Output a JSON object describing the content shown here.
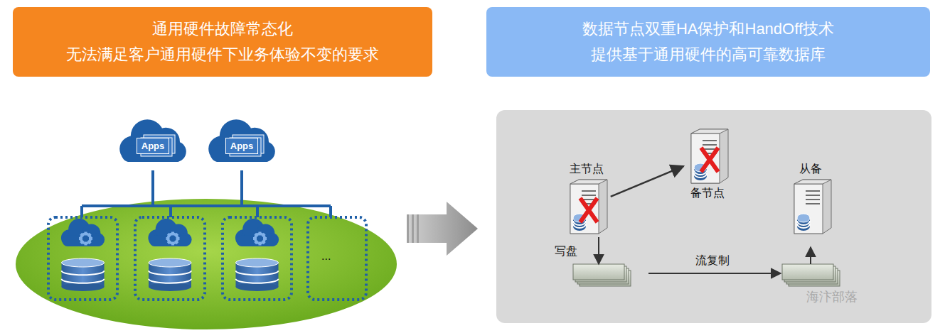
{
  "diagram": {
    "nodes": [
      {
        "text": [
          "通用硬件故障常态化",
          "无法满足客户通用硬件下业务体验不变的要求"
        ]
      },
      {
        "text": [
          "数据节点双重HA保护和HandOff技术",
          "提供基于通用硬件的高可靠数据库"
        ]
      },
      {
        "text": [
          "Apps"
        ]
      },
      {
        "text": [
          "Apps"
        ]
      },
      {
        "text": [
          "主节点"
        ]
      },
      {
        "text": [
          "备节点"
        ]
      },
      {
        "text": [
          "从备"
        ]
      }
    ],
    "edges": [
      {
        "from": 4,
        "to": 5,
        "arrow": "to"
      }
    ],
    "labels": [
      "...",
      "写盘",
      "流复制",
      "海汴部落"
    ]
  }
}
